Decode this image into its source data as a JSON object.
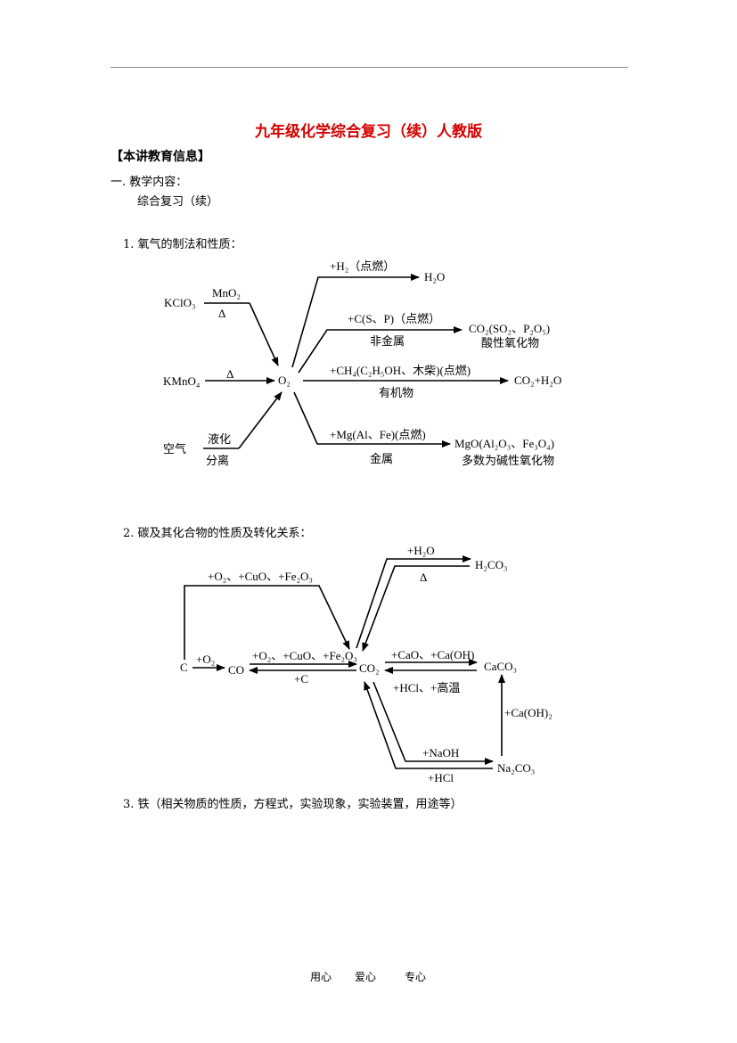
{
  "title": "九年级化学综合复习（续）人教版",
  "info_heading": "【本讲教育信息】",
  "section1": {
    "label": "一. 教学内容：",
    "content": "综合复习（续）"
  },
  "items": [
    "1. 氧气的制法和性质：",
    "2. 碳及其化合物的性质及转化关系：",
    "3. 铁（相关物质的性质，方程式，实验现象，实验装置，用途等）"
  ],
  "oxygen_diagram": {
    "kclo3": "KClO₃",
    "mno2": "MnO₂",
    "delta": "Δ",
    "kmno4": "KMnO₄",
    "air": "空气",
    "liquefy": "液化",
    "separate": "分离",
    "o2": "O₂",
    "r1_label": "+H₂（点燃）",
    "r1_product": "H₂O",
    "r2_label": "+C(S、P)（点燃）",
    "r2_sub": "非金属",
    "r2_product": "CO₂(SO₂、P₂O₅)",
    "r2_product_sub": "酸性氧化物",
    "r3_label": "+CH₄(C₂H₅OH、木柴)(点燃)",
    "r3_sub": "有机物",
    "r3_product": "CO₂+H₂O",
    "r4_label": "+Mg(Al、Fe)(点燃)",
    "r4_sub": "金属",
    "r4_product": "MgO(Al₂O₃、Fe₃O₄)",
    "r4_product_sub": "多数为碱性氧化物"
  },
  "carbon_diagram": {
    "c": "C",
    "co": "CO",
    "co2": "CO₂",
    "h2co3": "H₂CO₃",
    "caco3": "CaCO₃",
    "na2co3": "Na₂CO₃",
    "c_to_co2": "+O₂、+CuO、+Fe₂O₃",
    "c_to_co": "+O₂",
    "co_to_co2": "+O₂、+CuO、+Fe₂O₃",
    "co2_to_co": "+C",
    "co2_to_h2co3": "+H₂O",
    "h2co3_to_co2": "Δ",
    "co2_to_caco3": "+CaO、+Ca(OH)",
    "caco3_to_co2": "+HCl、+高温",
    "na2co3_to_caco3": "+Ca(OH)₂",
    "co2_to_na2co3": "+NaOH",
    "na2co3_to_co2": "+HCl"
  },
  "footer": [
    "用心",
    "爱心",
    "专心"
  ]
}
